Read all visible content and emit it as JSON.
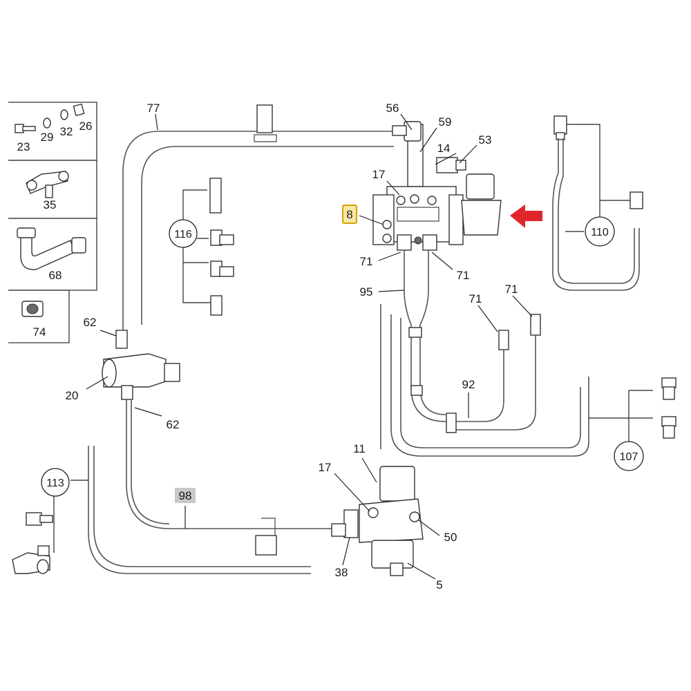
{
  "diagram": {
    "labels": {
      "p23": "23",
      "p29": "29",
      "p32": "32",
      "p26": "26",
      "p35": "35",
      "p68": "68",
      "p74": "74",
      "p77": "77",
      "p116": "116",
      "p62a": "62",
      "p20": "20",
      "p62b": "62",
      "p113": "113",
      "p98": "98",
      "p56": "56",
      "p59": "59",
      "p14": "14",
      "p53": "53",
      "p17a": "17",
      "p8": "8",
      "p71a": "71",
      "p71b": "71",
      "p95": "95",
      "p71c": "71",
      "p71d": "71",
      "p92": "92",
      "p110": "110",
      "p107": "107",
      "p11": "11",
      "p17b": "17",
      "p50": "50",
      "p38": "38",
      "p5": "5"
    },
    "colors": {
      "arrow": "#e0262b",
      "highlight_fill": "#f6e9a8",
      "highlight_stroke": "#d4a000",
      "grey_label_bg": "#c8c8c8"
    }
  }
}
